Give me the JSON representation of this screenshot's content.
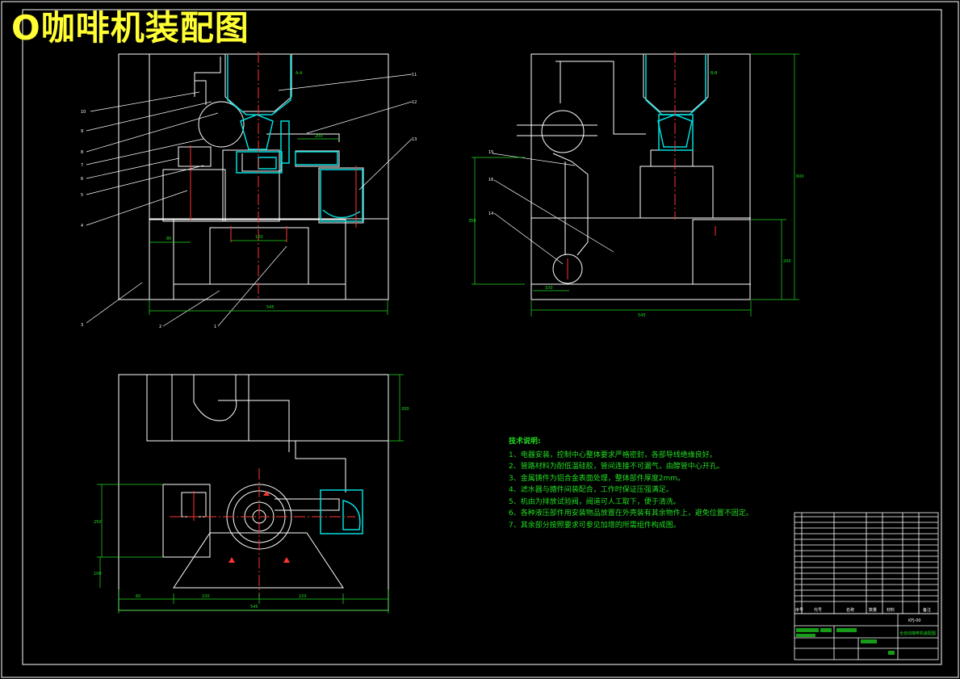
{
  "title": "O咖啡机装配图",
  "notes": {
    "heading": "技术说明:",
    "items": [
      "1、电器安装，控制中心整体要求严格密封，各部导线绝缘良好。",
      "2、管路材料为耐低温硅胶，管间连接不可漏气，由醇管中心开孔。",
      "3、金属铸件为铝合金表面处理，整体部件厚度2mm。",
      "4、滤水器与搪件间装配合，工作时保证压强满足。",
      "5、机由为排放试验阀，阀道可人工取下，便于清洗。",
      "6、各种液压部件用安装物品放置在外壳装有其余物件上，避免位置不固定。",
      "7、其余部分按照要求可参见加增的所需组件构成图。"
    ]
  },
  "view_labels": {
    "front": "A-A",
    "side": "B-B"
  },
  "leader_numbers": {
    "front_left": [
      "10",
      "9",
      "8",
      "7",
      "6",
      "5",
      "4",
      "3",
      "2",
      "1"
    ],
    "front_right": [
      "11",
      "12",
      "13"
    ],
    "side_left": [
      "15",
      "16",
      "14"
    ]
  },
  "title_block": {
    "drawing_name": "全自动咖啡机装配图",
    "drawing_no": "KFJ-00",
    "header": [
      "序号",
      "代号",
      "名称",
      "数量",
      "材料",
      "备注"
    ]
  },
  "colors": {
    "background": "#000000",
    "outline": "#ffffff",
    "centerline": "#ff3333",
    "dimension": "#22dd22",
    "part": "#00dddd",
    "title": "#ffff33"
  }
}
